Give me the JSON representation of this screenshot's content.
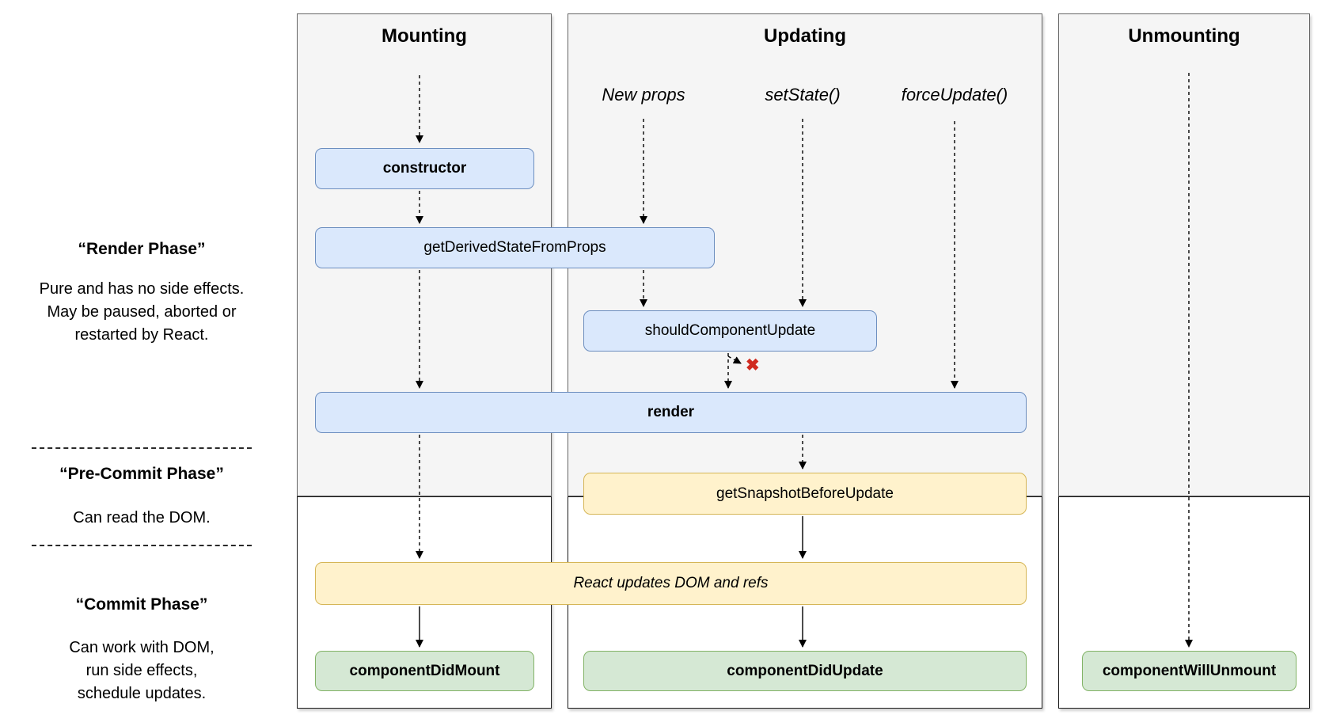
{
  "columns": {
    "mounting": {
      "title": "Mounting"
    },
    "updating": {
      "title": "Updating",
      "triggers": {
        "new_props": "New props",
        "set_state": "setState()",
        "force_update": "forceUpdate()"
      }
    },
    "unmounting": {
      "title": "Unmounting"
    }
  },
  "phases": {
    "render": {
      "title": "“Render Phase”",
      "lines": [
        "Pure and has no side effects.",
        "May be paused, aborted or",
        "restarted by React."
      ]
    },
    "pre_commit": {
      "title": "“Pre-Commit Phase”",
      "lines": [
        "Can read the DOM."
      ]
    },
    "commit": {
      "title": "“Commit Phase”",
      "lines": [
        "Can work with DOM,",
        "run side effects,",
        "schedule updates."
      ]
    }
  },
  "nodes": {
    "constructor": "constructor",
    "get_derived_state_from_props": "getDerivedStateFromProps",
    "should_component_update": "shouldComponentUpdate",
    "render": "render",
    "get_snapshot_before_update": "getSnapshotBeforeUpdate",
    "react_updates_dom": "React updates DOM and refs",
    "component_did_mount": "componentDidMount",
    "component_did_update": "componentDidUpdate",
    "component_will_unmount": "componentWillUnmount"
  },
  "icons": {
    "no_rerender_x": "✖"
  },
  "colors": {
    "node-blue-fill": "#dae8fc",
    "node-blue-border": "#6c8ebf",
    "node-yellow-fill": "#fff2cc",
    "node-yellow-border": "#d6b656",
    "node-green-fill": "#d5e8d4",
    "node-green-border": "#82b366",
    "column-fill": "#f5f5f5",
    "column-border": "#666666",
    "commit-area-border": "#1a1a1a",
    "x-red": "#d02b20"
  }
}
